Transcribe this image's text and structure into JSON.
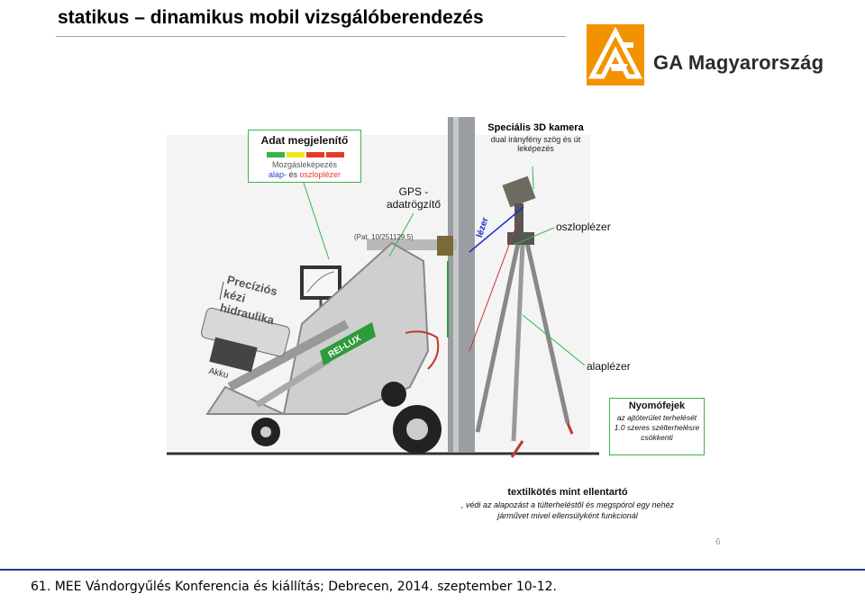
{
  "title": "statikus – dinamikus mobil vizsgálóberendezés",
  "logo": {
    "text": "GA Magyarország",
    "brand_color": "#f39200",
    "icon": "ga-logo-icon"
  },
  "callouts": {
    "display": {
      "heading": "Adat megjelenítő",
      "line1": "Mozgásleképezés",
      "line2_a": "alap-",
      "line2_b": " és ",
      "line2_c": "oszloplézer",
      "bar_colors": [
        "#3ab34a",
        "#f2e51f",
        "#e83a2a",
        "#e83a2a"
      ]
    },
    "camera": {
      "heading": "Speciális 3D kamera",
      "line1": "dual irányfény szög és út",
      "line2": "leképezés"
    },
    "gps": {
      "line1": "GPS -",
      "line2": "adatrögzítő"
    },
    "patent": "(Pat. 10/251129.5)",
    "column_laser": "oszloplézer",
    "base_laser": "alaplézer",
    "laser_beam": "lézer",
    "hydraulic": {
      "line1": "Precíziós",
      "line2": "kézi",
      "line3": "hidraulika"
    },
    "battery": "Akku",
    "pressure": {
      "heading": "Nyomófejek",
      "line1": "az ajtóterület terhelését",
      "line2": "1.0 szeres szélterhelésre",
      "line3": "csökkenti"
    },
    "textile": {
      "heading": "textilkötés mint ellentartó",
      "line1": ", védi az alapozást a túlterheléstől és megspórol egy nehéz",
      "line2": "járművet mivel ellensúlyként funkcionál"
    }
  },
  "machine_brand": "REI-LUX",
  "page_number": "6",
  "footer": "61. MEE Vándorgyűlés Konferencia és kiállítás; Debrecen, 2014. szeptember 10-12.",
  "colors": {
    "callout_border": "#3cb34a",
    "laser_beam": "#1a2dc8",
    "title_rule": "#9aa0c0",
    "footer_rule": "#1f3f8a"
  }
}
